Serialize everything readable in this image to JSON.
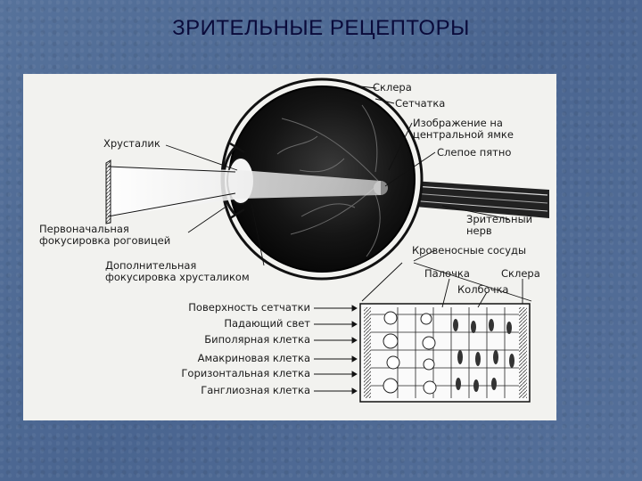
{
  "slide": {
    "title": "ЗРИТЕЛЬНЫЕ РЕЦЕПТОРЫ"
  },
  "labels": {
    "sclera_top": "Склера",
    "retina": "Сетчатка",
    "fovea_image_1": "Изображение на",
    "fovea_image_2": "центральной ямке",
    "blind_spot": "Слепое пятно",
    "lens": "Хрусталик",
    "optic_nerve_1": "Зрительный",
    "optic_nerve_2": "нерв",
    "blood_vessels": "Кровеносные сосуды",
    "cornea_focus_1": "Первоначальная",
    "cornea_focus_2": "фокусировка роговицей",
    "lens_focus_1": "Дополнительная",
    "lens_focus_2": "фокусировка хрусталиком",
    "rod": "Палочка",
    "sclera_detail": "Склера",
    "cone": "Колбочка",
    "retina_surface": "Поверхность сетчатки",
    "incident_light": "Падающий свет",
    "bipolar_cell": "Биполярная клетка",
    "amacrine_cell": "Амакриновая клетка",
    "horizontal_cell": "Горизонтальная клетка",
    "ganglion_cell": "Ганглиозная клетка"
  }
}
